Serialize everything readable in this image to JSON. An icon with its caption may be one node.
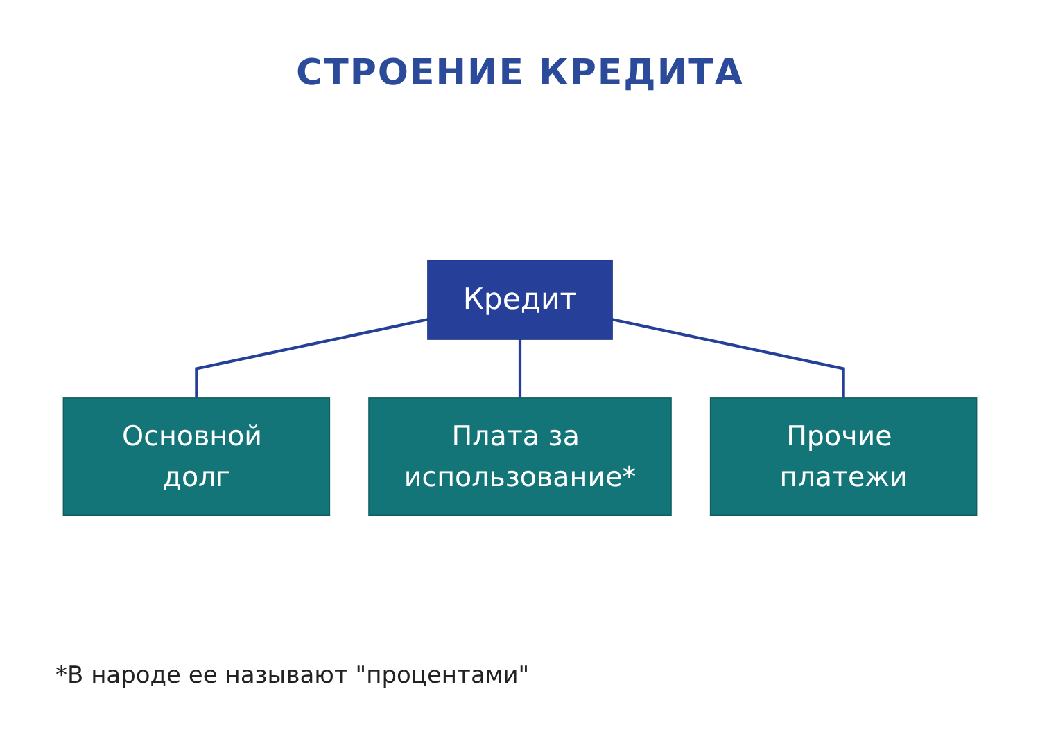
{
  "diagram": {
    "title": "СТРОЕНИЕ КРЕДИТА",
    "nodes": [
      {
        "text": [
          "Кредит"
        ]
      },
      {
        "text": [
          "Основной долг"
        ]
      },
      {
        "text": [
          "Прочие платежи"
        ]
      },
      {
        "text": [
          "Плата за использование*"
        ]
      }
    ],
    "edges": [
      {
        "from": 0,
        "to": 1,
        "arrow": "none"
      },
      {
        "from": 0,
        "to": 3,
        "arrow": "none"
      },
      {
        "from": 0,
        "to": 2,
        "arrow": "none"
      }
    ],
    "labels": [
      "*В народе ее называют \"процентами\""
    ]
  }
}
